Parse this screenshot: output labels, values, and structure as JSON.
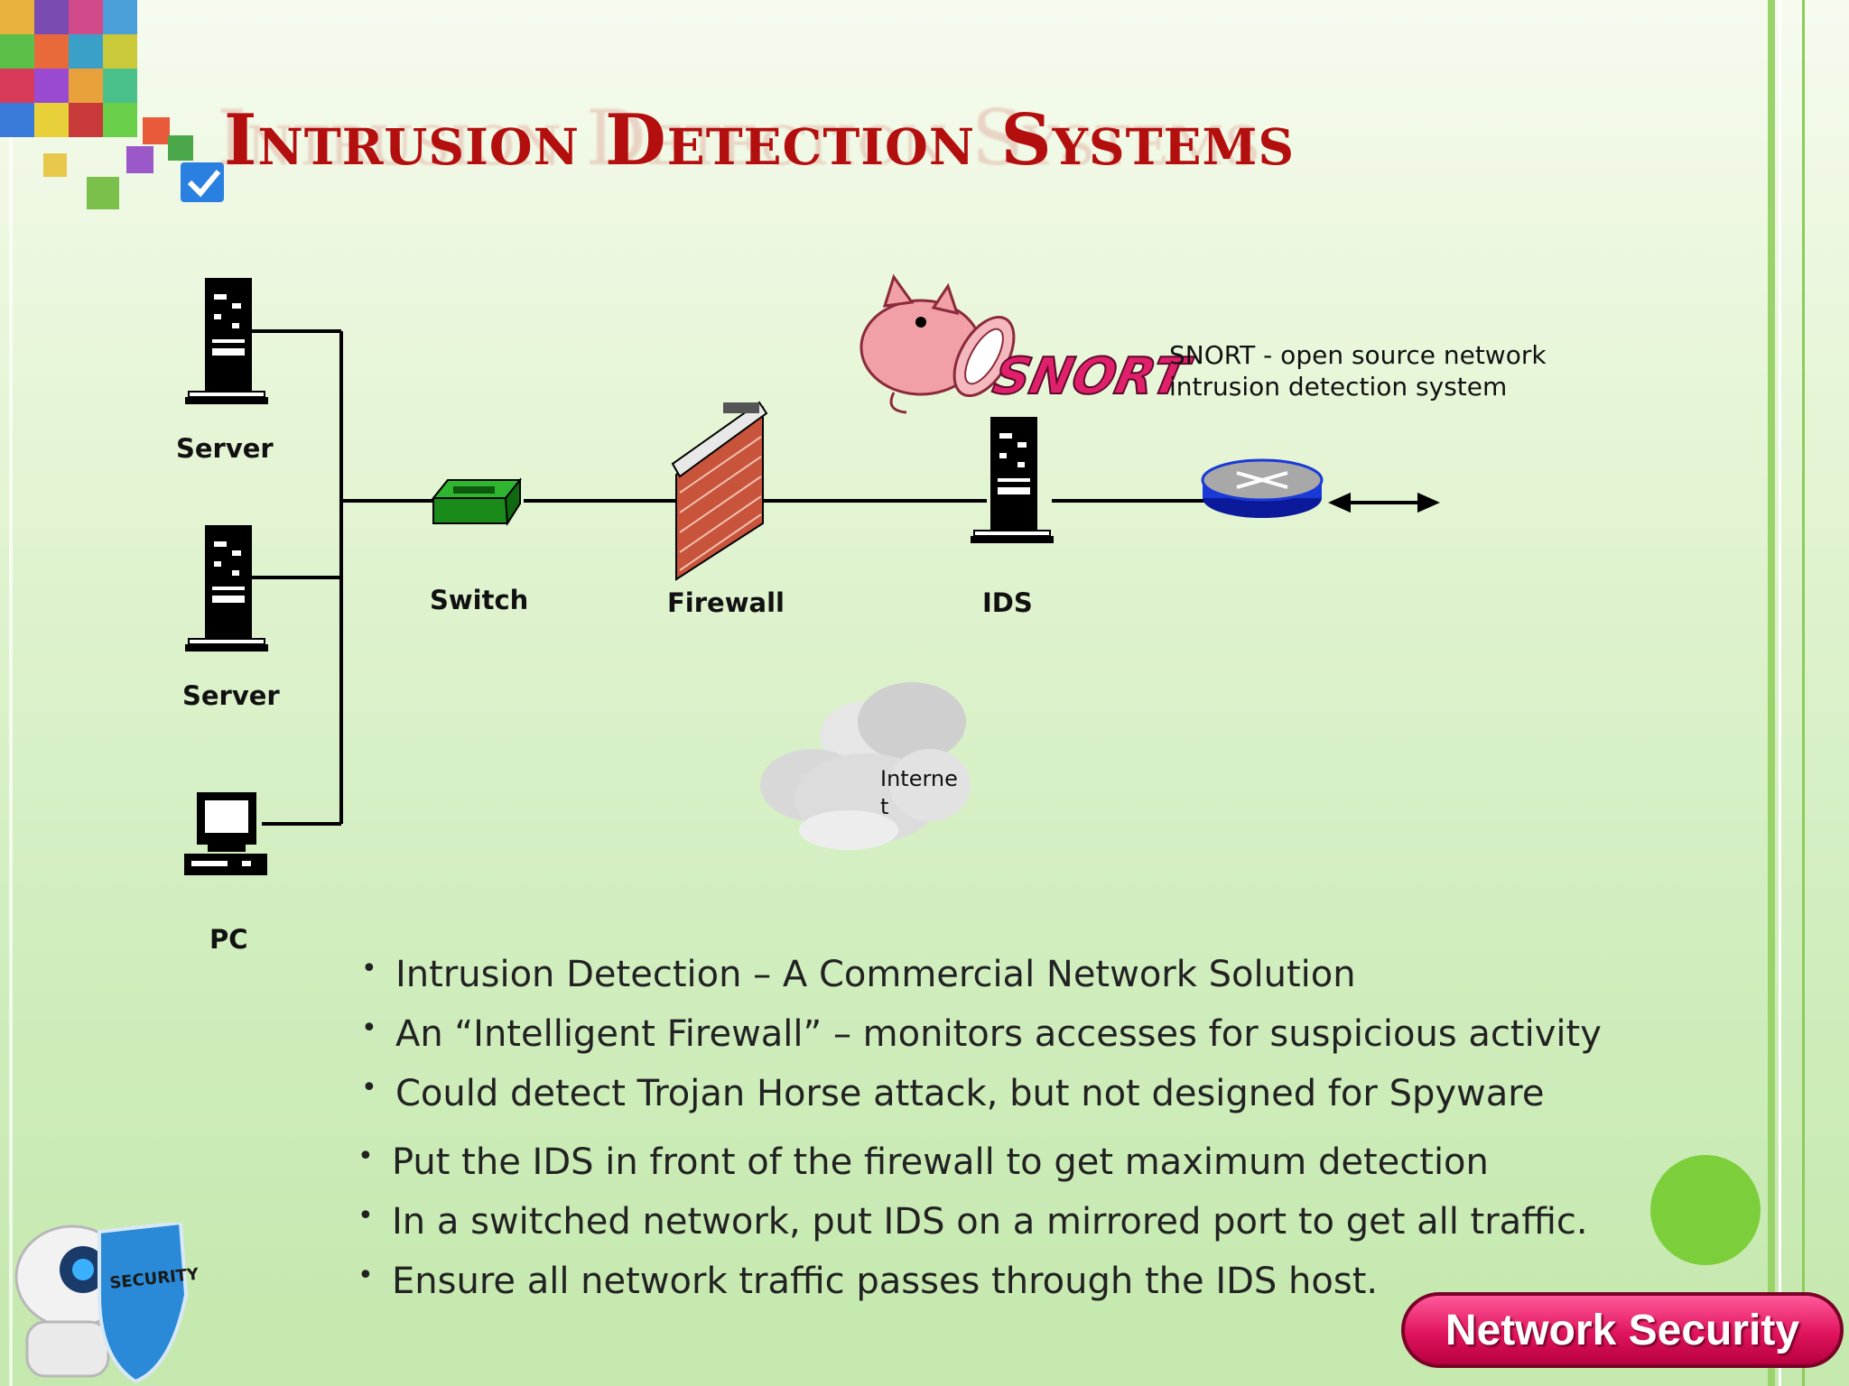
{
  "slide": {
    "title": "Intrusion Detection Systems"
  },
  "diagram": {
    "labels": {
      "server_1": "Server",
      "server_2": "Server",
      "pc": "PC",
      "switch": "Switch",
      "firewall": "Firewall",
      "ids": "IDS",
      "internet": "Internet"
    },
    "snort_logo_text": "SNORT",
    "snort_description": "SNORT - open source network intrusion  detection system"
  },
  "bullets_top": [
    "Intrusion Detection – A Commercial Network Solution",
    "An “Intelligent Firewall” – monitors accesses for suspicious activity",
    "Could detect Trojan Horse attack, but not designed for Spyware"
  ],
  "bullets_bottom": [
    "Put the IDS in front of the firewall to get maximum detection",
    "In a switched network, put IDS on a mirrored port to get all traffic.",
    "Ensure all network traffic passes through the IDS host."
  ],
  "footer": {
    "badge": "Network Security",
    "robot_shield_text": "SECURITY"
  },
  "colors": {
    "title": "#b30f0f",
    "badge": "#e0145e",
    "accent_green": "#7ccf3a"
  }
}
